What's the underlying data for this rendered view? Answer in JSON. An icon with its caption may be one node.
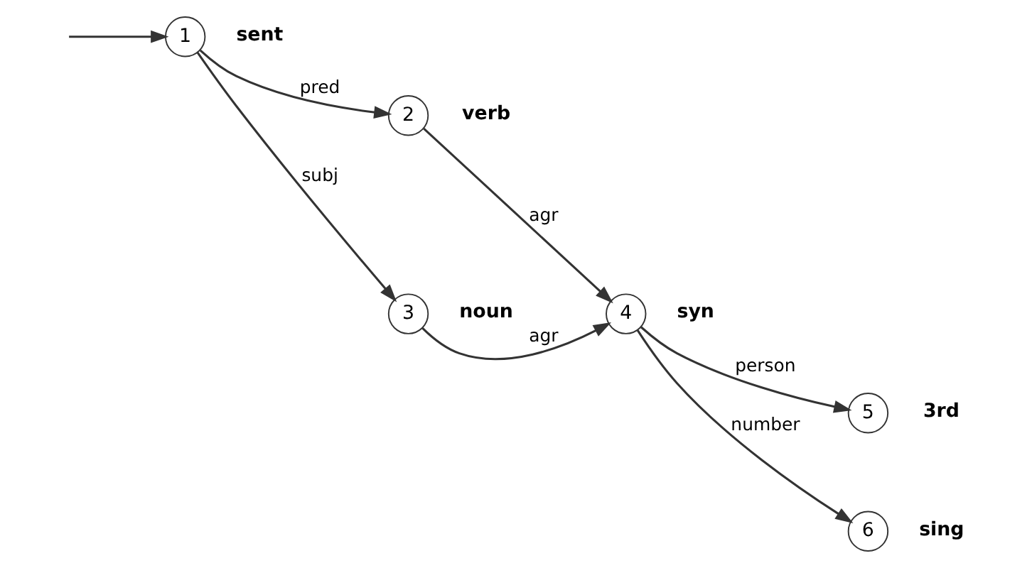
{
  "diagram": {
    "nodes": [
      {
        "text": [
          "1"
        ],
        "beside": [
          "sent"
        ]
      },
      {
        "text": [
          "2"
        ],
        "beside": [
          "verb"
        ]
      },
      {
        "text": [
          "3"
        ],
        "beside": [
          "noun"
        ]
      },
      {
        "text": [
          "4"
        ],
        "beside": [
          "syn"
        ]
      },
      {
        "text": [
          "5"
        ],
        "beside": [
          "3rd"
        ]
      },
      {
        "text": [
          "6"
        ],
        "beside": [
          "sing"
        ]
      }
    ],
    "edges": [
      {
        "from": null,
        "to": 0,
        "arrow": "to"
      },
      {
        "from": 0,
        "to": 2,
        "arrow": "to",
        "label": "subj"
      },
      {
        "from": 0,
        "to": 1,
        "arrow": "to",
        "label": "pred"
      },
      {
        "from": 2,
        "to": 3,
        "arrow": "to",
        "label": "agr"
      },
      {
        "from": 1,
        "to": 3,
        "arrow": "to",
        "label": "agr"
      },
      {
        "from": 3,
        "to": 4,
        "arrow": "to",
        "label": "person"
      },
      {
        "from": 3,
        "to": 5,
        "arrow": "to",
        "label": "number"
      }
    ]
  }
}
